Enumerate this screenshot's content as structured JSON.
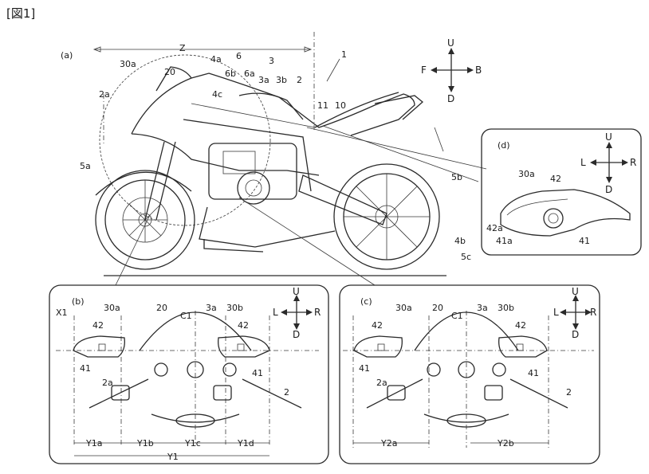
{
  "figure": {
    "title": "[図1]"
  },
  "panels": {
    "a": "(a)",
    "b": "(b)",
    "c": "(c)",
    "d": "(d)"
  },
  "directions": {
    "main": {
      "up": "U",
      "down": "D",
      "forward": "F",
      "back": "B"
    },
    "detail": {
      "up": "U",
      "down": "D",
      "left": "L",
      "right": "R"
    }
  },
  "labels_a": [
    "Z",
    "1",
    "6",
    "3",
    "30a",
    "20",
    "4a",
    "6b",
    "6a",
    "3a",
    "3b",
    "2",
    "2a",
    "4c",
    "11",
    "10",
    "5a",
    "5b",
    "4b",
    "5c"
  ],
  "labels_b": [
    "X1",
    "30a",
    "20",
    "C1",
    "3a",
    "30b",
    "42",
    "42",
    "41",
    "41",
    "2a",
    "2",
    "Y1a",
    "Y1b",
    "Y1c",
    "Y1d",
    "Y1"
  ],
  "labels_c": [
    "30a",
    "20",
    "C1",
    "3a",
    "30b",
    "42",
    "42",
    "41",
    "41",
    "2a",
    "2",
    "Y2a",
    "Y2b"
  ],
  "labels_d": [
    "30a",
    "42",
    "42a",
    "41a",
    "41"
  ]
}
